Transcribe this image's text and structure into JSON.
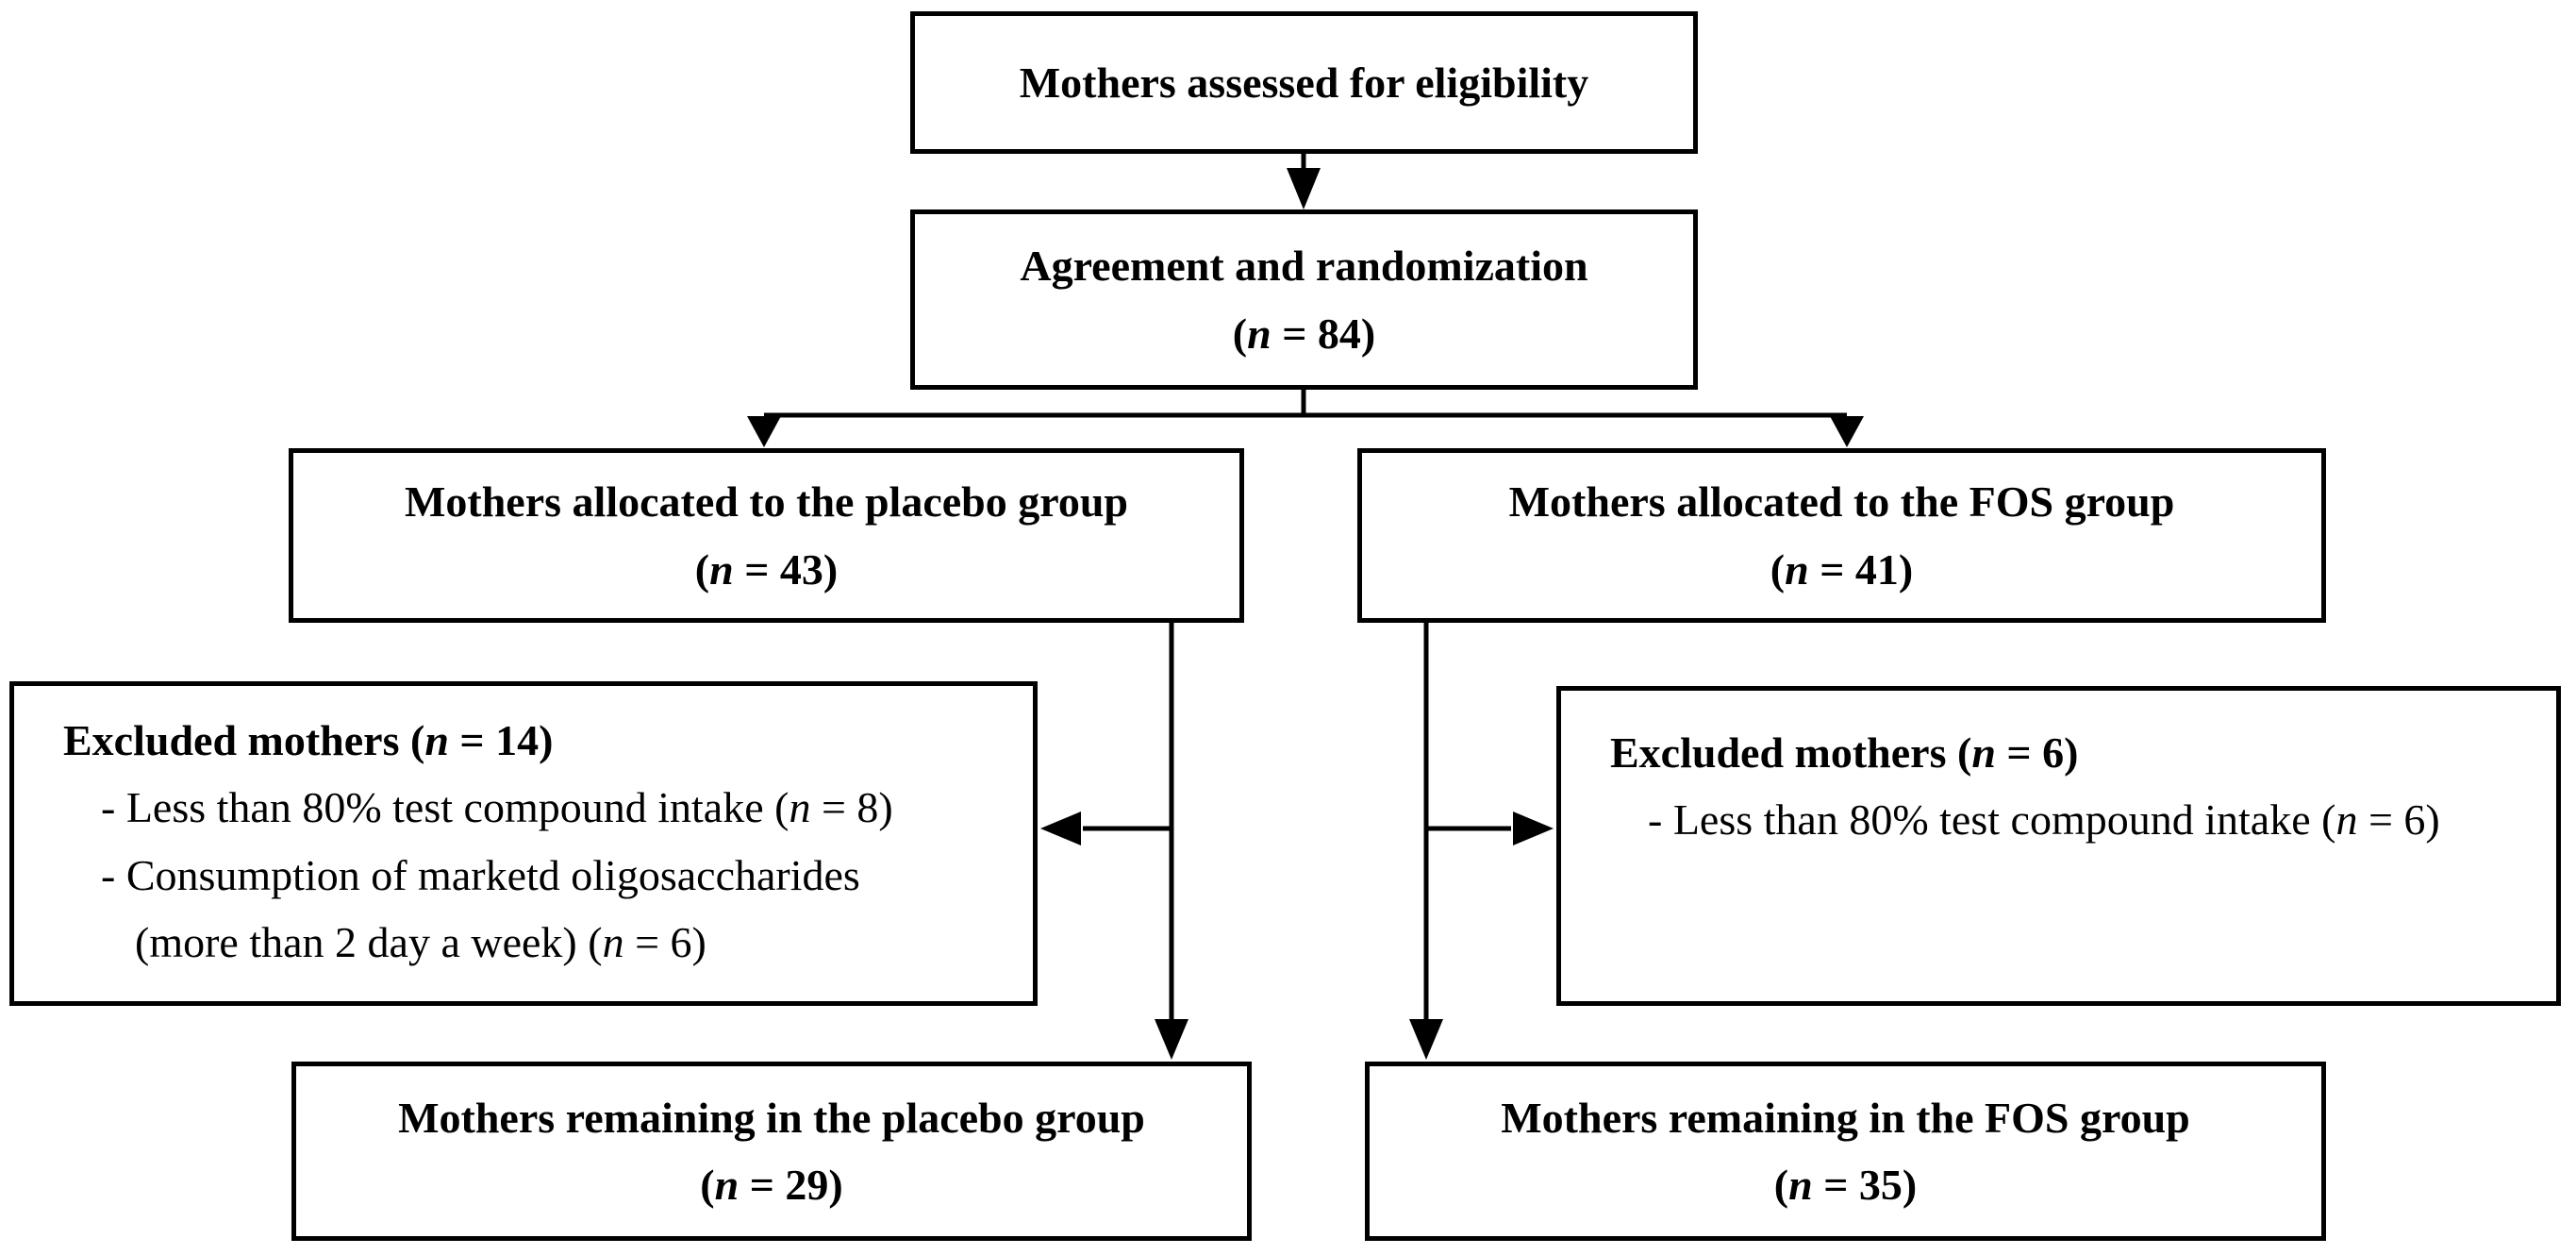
{
  "diagram_type": "CONSORT-style participant flow chart",
  "colors": {
    "box_border": "#000000",
    "box_fill": "#ffffff",
    "text": "#000000",
    "arrow": "#000000"
  },
  "nodes": {
    "eligibility": {
      "line1": "Mothers assessed for eligibility"
    },
    "randomization": {
      "line1": "Agreement and randomization",
      "count_pre": "(",
      "count_var": "n",
      "count_post": " = 84)"
    },
    "alloc_placebo": {
      "line1": "Mothers allocated to the placebo group",
      "count_pre": "(",
      "count_var": "n",
      "count_post": " = 43)"
    },
    "alloc_fos": {
      "line1": "Mothers allocated to the FOS group",
      "count_pre": "(",
      "count_var": "n",
      "count_post": " = 41)"
    },
    "excl_placebo": {
      "title_pre": "Excluded mothers (",
      "title_var": "n",
      "title_post": " = 14)",
      "bullet1_pre": "- Less than 80% test compound intake (",
      "bullet1_var": "n",
      "bullet1_post": " = 8)",
      "bullet2_line1": "- Consumption of marketd oligosaccharides",
      "bullet2_line2_pre": "(more than 2 day a week) (",
      "bullet2_line2_var": "n",
      "bullet2_line2_post": " = 6)"
    },
    "excl_fos": {
      "title_pre": "Excluded mothers (",
      "title_var": "n",
      "title_post": " = 6)",
      "bullet1_pre": "- Less than 80% test compound intake (",
      "bullet1_var": "n",
      "bullet1_post": " = 6)"
    },
    "remain_placebo": {
      "line1": "Mothers remaining in the placebo group",
      "count_pre": "(",
      "count_var": "n",
      "count_post": " = 29)"
    },
    "remain_fos": {
      "line1": "Mothers remaining in the FOS group",
      "count_pre": "(",
      "count_var": "n",
      "count_post": " = 35)"
    }
  }
}
